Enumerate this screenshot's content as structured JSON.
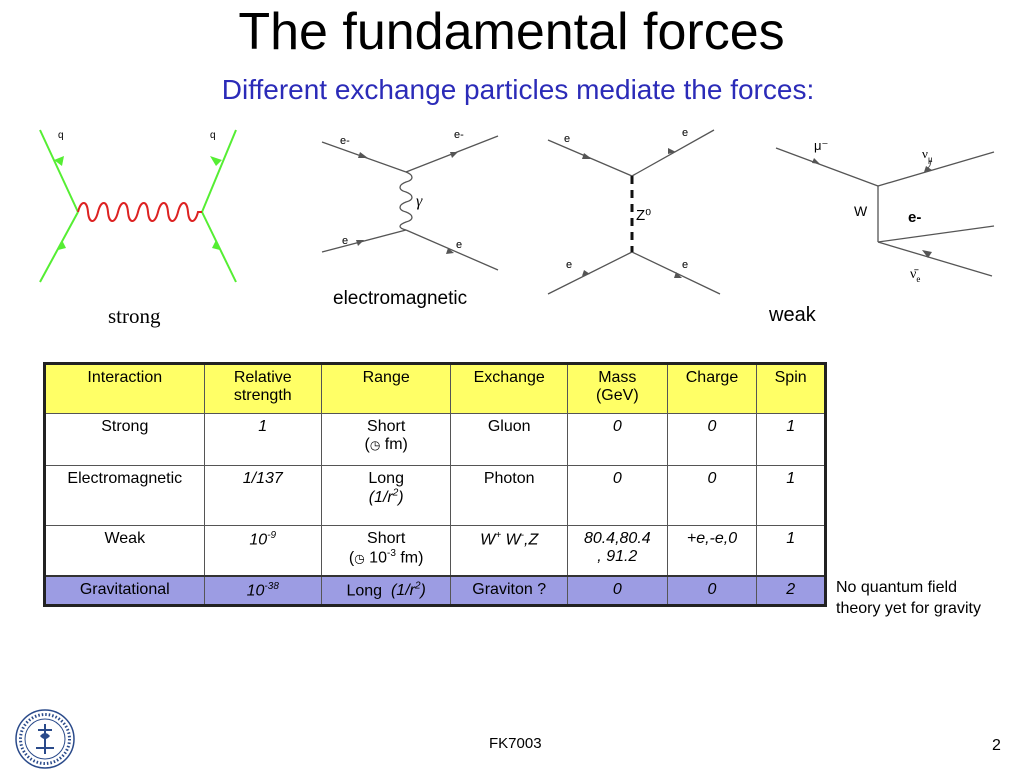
{
  "slide": {
    "title": "The fundamental forces",
    "subtitle": "Different exchange particles mediate the forces:"
  },
  "diagrams": {
    "strong": {
      "label": "strong",
      "quark_left": "q",
      "quark_right": "q",
      "colors": {
        "lines": "#55ee33",
        "gluon": "#dd2222"
      }
    },
    "electromagnetic": {
      "label": "electromagnetic",
      "tl": "e-",
      "tr": "e-",
      "bl": "e",
      "br": "e",
      "boson": "γ"
    },
    "z": {
      "tl": "e",
      "tr": "e",
      "bl": "e",
      "br": "e",
      "boson": "Z⁰"
    },
    "weak": {
      "label": "weak",
      "muon": "μ⁻",
      "numu": "ν",
      "numu_sub": "μ",
      "w": "W",
      "electron": "e-",
      "nue": "ν̄",
      "nue_sub": "e"
    }
  },
  "table": {
    "headers": {
      "interaction": "Interaction",
      "strength_1": "Relative",
      "strength_2": "strength",
      "range": "Range",
      "exchange": "Exchange",
      "mass_1": "Mass",
      "mass_2": "(GeV)",
      "charge": "Charge",
      "spin": "Spin"
    },
    "strong": {
      "name": "Strong",
      "strength": "1",
      "range_1": "Short",
      "range_2a": "(",
      "range_2b": " fm)",
      "exchange": "Gluon",
      "mass": "0",
      "charge": "0",
      "spin": "1"
    },
    "em": {
      "name": "Electromagnetic",
      "strength": "1/137",
      "range_1": "Long",
      "range_2a": "(1/r",
      "range_2sup": "2",
      "range_2b": ")",
      "exchange": "Photon",
      "mass": "0",
      "charge": "0",
      "spin": "1"
    },
    "weak": {
      "name": "Weak",
      "strength_base": "10",
      "strength_exp": "-9",
      "range_1": "Short",
      "range_2a": "(",
      "range_2b": " 10",
      "range_2sup": "-3",
      "range_2c": " fm)",
      "exchange_w": "W",
      "exchange_plus": "+",
      "exchange_w2": " W",
      "exchange_minus": "-",
      "exchange_z": ",Z",
      "mass_1": "80.4,80.4",
      "mass_2": ", 91.2",
      "charge": "+e,-e,0",
      "spin": "1"
    },
    "gravity": {
      "name": "Gravitational",
      "strength_base": "10",
      "strength_exp": "-38",
      "range_1": "Long  ",
      "range_2a": "(1/r",
      "range_2sup": "2",
      "range_2b": ")",
      "exchange": "Graviton ?",
      "mass": "0",
      "charge": "0",
      "spin": "2"
    }
  },
  "note": {
    "line1": "No quantum field",
    "line2": "theory yet for gravity"
  },
  "footer": {
    "course": "FK7003",
    "page": "2"
  },
  "colors": {
    "subtitle": "#2b2bb8",
    "header_row": "#ffff66",
    "gravity_row": "#9c9ce3"
  }
}
